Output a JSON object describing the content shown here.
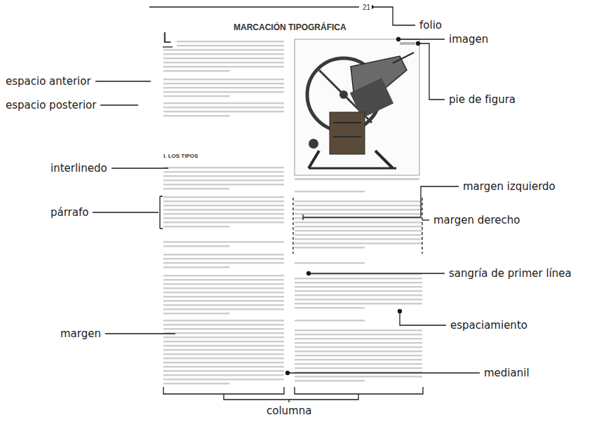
{
  "diagram": {
    "labels": [
      "21",
      "MARCACIÓN TIPOGRÁFICA",
      "L",
      "I. LOS TIPOS",
      "folio",
      "imagen",
      "pie de figura",
      "espacio anterior",
      "espacio posterior",
      "interlinedo",
      "párrafo",
      "margen",
      "margen izquierdo",
      "margen derecho",
      "sangría de primer línea",
      "espaciamiento",
      "medianil",
      "columna"
    ]
  }
}
